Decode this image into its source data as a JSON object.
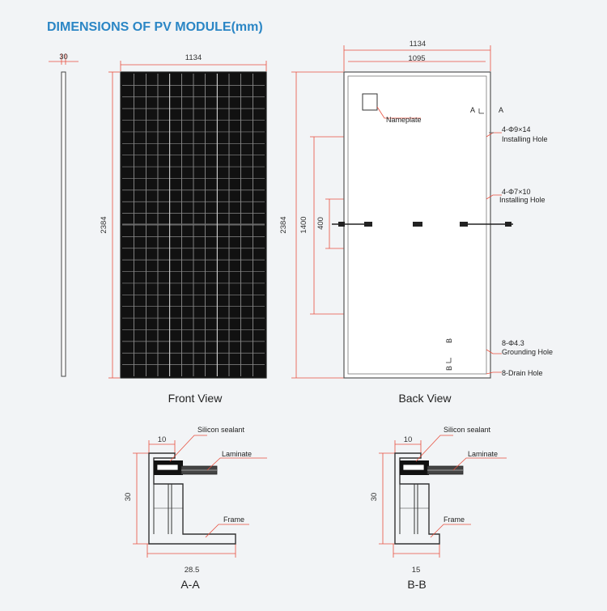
{
  "title": "DIMENSIONS OF PV MODULE(mm)",
  "colors": {
    "title": "#2b86c5",
    "dimension": "#e8503f",
    "panel": "#111111"
  },
  "side_view": {
    "thickness": "30"
  },
  "front_view": {
    "label": "Front View",
    "width": "1134",
    "height": "2384"
  },
  "back_view": {
    "label": "Back View",
    "outer_width": "1134",
    "inner_width": "1095",
    "height": "2384",
    "hole_spacing": "1400",
    "hole_spacing_small": "400",
    "nameplate": "Nameplate",
    "section_a": "A",
    "section_b": "B",
    "callouts": {
      "installing_hole_1_spec": "4-Φ9×14",
      "installing_hole_1_text": "Installing Hole",
      "installing_hole_2_spec": "4-Φ7×10",
      "installing_hole_2_text": "Installing Hole",
      "grounding_spec": "8-Φ4.3",
      "grounding_text": "Grounding Hole",
      "drain_text": "8-Drain Hole"
    }
  },
  "section_aa": {
    "label": "A-A",
    "top_width": "10",
    "height": "30",
    "bottom_width": "28.5",
    "sealant": "Silicon sealant",
    "laminate": "Laminate",
    "frame": "Frame"
  },
  "section_bb": {
    "label": "B-B",
    "top_width": "10",
    "height": "30",
    "bottom_width": "15",
    "sealant": "Silicon sealant",
    "laminate": "Laminate",
    "frame": "Frame"
  }
}
